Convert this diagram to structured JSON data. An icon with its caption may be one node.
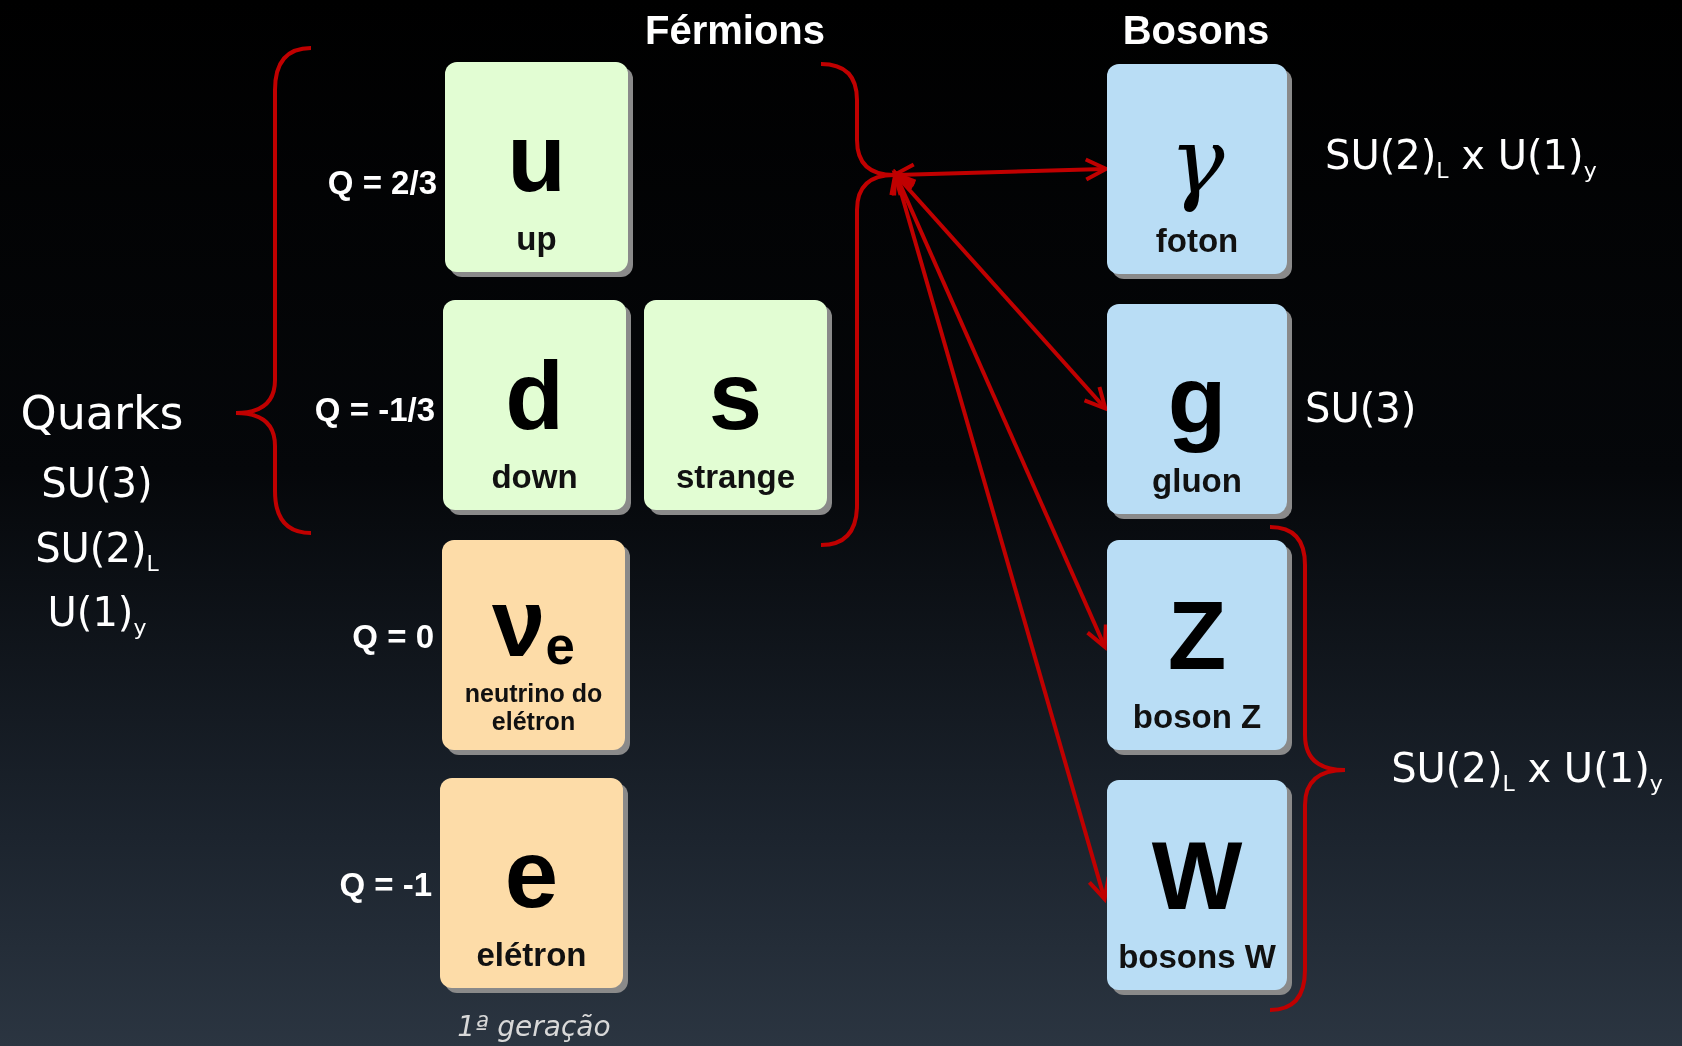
{
  "diagram": {
    "nodes": [
      {
        "text": [
          "u",
          "up"
        ],
        "beside": [
          "Q = 2/3"
        ]
      },
      {
        "text": [
          "d",
          "down"
        ],
        "beside": [
          "Q = -1/3"
        ]
      },
      {
        "text": [
          "s",
          "strange"
        ]
      },
      {
        "text": [
          "ν$_{e}$",
          "neutrino do elétron"
        ],
        "beside": [
          "Q = 0"
        ]
      },
      {
        "text": [
          "e",
          "elétron"
        ],
        "beside": [
          "Q = -1"
        ]
      },
      {
        "text": [
          "γ",
          "foton"
        ],
        "beside": [
          "SU(2)$_{L}$ x U(1)$_{y}$"
        ]
      },
      {
        "text": [
          "g",
          "gluon"
        ],
        "beside": [
          "SU(3)"
        ]
      },
      {
        "text": [
          "Z",
          "boson Z"
        ]
      },
      {
        "text": [
          "W",
          "bosons W"
        ]
      },
      {
        "text": [],
        "shape": "brace"
      }
    ],
    "edges": [
      {
        "from": 9,
        "to": 5,
        "arrow": "both"
      },
      {
        "from": 9,
        "to": 6,
        "arrow": "both"
      },
      {
        "from": 9,
        "to": 7,
        "arrow": "both"
      },
      {
        "from": 9,
        "to": 8,
        "arrow": "both"
      }
    ],
    "labels": [
      "Férmions",
      "Bosons",
      "Quarks",
      "SU(3)",
      "SU(2)$_{L}$",
      "U(1)$_{y}$",
      "SU(2)$_{L}$ x U(1)$_{y}$",
      "1ª geração"
    ]
  }
}
